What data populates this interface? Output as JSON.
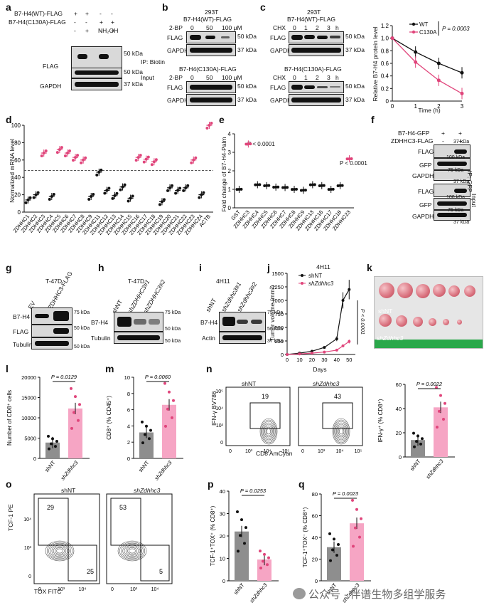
{
  "colors": {
    "wt": "#111111",
    "mut": "#e0457b",
    "bar_ctl": "#8e8e8e",
    "bar_kd": "#f6a5c4"
  },
  "panel_letters": [
    "a",
    "b",
    "c",
    "d",
    "e",
    "f",
    "g",
    "h",
    "i",
    "j",
    "k",
    "l",
    "m",
    "n",
    "o",
    "p",
    "q"
  ],
  "a": {
    "rows": [
      "B7-H4(WT)-FLAG",
      "B7-H4(C130A)-FLAG",
      "NH₂OH"
    ],
    "marks": [
      [
        "+",
        "+",
        "-",
        "-"
      ],
      [
        "-",
        "-",
        "+",
        "+"
      ],
      [
        "-",
        "+",
        "-",
        "+"
      ]
    ],
    "flag": "FLAG",
    "gapdh": "GAPDH",
    "ip": "IP: Biotin",
    "input": "Input",
    "kda": [
      "50 kDa",
      "50 kDa",
      "37 kDa"
    ]
  },
  "b": {
    "title": "293T",
    "wt": "B7-H4(WT)-FLAG",
    "mut": "B7-H4(C130A)-FLAG",
    "drug": "2-BP",
    "doses": [
      "0",
      "50",
      "100 μM"
    ],
    "flag": "FLAG",
    "gapdh": "GAPDH",
    "kda": [
      "50 kDa",
      "37 kDa",
      "50 kDa",
      "37 kDa"
    ]
  },
  "c": {
    "title": "293T",
    "wt": "B7-H4(WT)-FLAG",
    "mut": "B7-H4(C130A)-FLAG",
    "drug": "CHX",
    "times": [
      "0",
      "1",
      "2",
      "3",
      "h"
    ],
    "flag": "FLAG",
    "gapdh": "GAPDH",
    "kda": [
      "50 kDa",
      "37 kDa",
      "50 kDa",
      "37 kDa"
    ]
  },
  "c_chart": {
    "type": "line",
    "ylabel": "Relative B7-H4 protein level",
    "xlabel": "Time (h)",
    "x": [
      0,
      1,
      2,
      3
    ],
    "ylim": [
      0,
      1.2
    ],
    "yticks": [
      "0",
      "0.2",
      "0.4",
      "0.6",
      "0.8",
      "1.0",
      "1.2"
    ],
    "legend": [
      "WT",
      "C130A"
    ],
    "p": "P = 0.0003",
    "series": [
      {
        "name": "WT",
        "values": [
          1.0,
          0.78,
          0.6,
          0.45
        ]
      },
      {
        "name": "C130A",
        "values": [
          1.0,
          0.62,
          0.33,
          0.12
        ]
      }
    ]
  },
  "d": {
    "type": "scatter",
    "ylabel": "Normalized mRNA level",
    "ylim": [
      0,
      100
    ],
    "yticks": [
      "0",
      "20",
      "40",
      "60",
      "80",
      "100"
    ],
    "cats": [
      "ZDHHC1",
      "ZDHHC2",
      "ZDHHC3",
      "ZDHHC4",
      "ZDHHC5",
      "ZDHHC6",
      "ZDHHC7",
      "ZDHHC8",
      "ZDHHC9",
      "ZDHHC11",
      "ZDHHC12",
      "ZDHHC13",
      "ZDHHC14",
      "ZDHHC15",
      "ZDHHC16",
      "ZDHHC17",
      "ZDHHC18",
      "ZDHHC19",
      "ZDHHC20",
      "ZDHHC21",
      "ZDHHC22",
      "ZDHHC23",
      "ZDHHC24",
      "ACTB"
    ],
    "values": [
      14,
      20,
      68,
      18,
      72,
      68,
      63,
      60,
      18,
      46,
      25,
      19,
      29,
      16,
      63,
      61,
      58,
      12,
      28,
      25,
      28,
      60,
      20,
      100
    ],
    "threshold": 48
  },
  "e": {
    "type": "scatter",
    "ylabel": "Fold change of B7-H4-Palm",
    "ylim": [
      0,
      4
    ],
    "yticks": [
      "0",
      "1",
      "2",
      "3",
      "4"
    ],
    "cats": [
      "GST",
      "ZDHHC3",
      "ZDHHC4",
      "ZDHHC5",
      "ZDHHC6",
      "ZDHHC7",
      "ZDHHC8",
      "ZDHHC9",
      "ZDHHC13",
      "ZDHHC16",
      "ZDHHC17",
      "ZDHHC18",
      "ZDHHC23"
    ],
    "values": [
      1.0,
      3.45,
      1.25,
      1.2,
      1.12,
      1.1,
      1.0,
      0.95,
      1.25,
      1.2,
      1.0,
      1.2,
      2.65
    ],
    "p1": "P < 0.0001",
    "p2": "P < 0.0001"
  },
  "f": {
    "rows": [
      "B7-H4-GFP",
      "ZDHHC3-FLAG"
    ],
    "marks": [
      [
        "+",
        "+"
      ],
      [
        "-",
        "+"
      ]
    ],
    "blots": [
      "FLAG",
      "GFP",
      "GAPDH",
      "FLAG",
      "GFP",
      "GAPDH"
    ],
    "ip": "IP: GFP",
    "input": "Input",
    "kda": [
      "37 kDa",
      "100 kDa",
      "75 kDa",
      "37 kDa",
      "100 kDa",
      "75 kDa",
      "37 kDa"
    ]
  },
  "g": {
    "title": "T-47D",
    "lanes": [
      "EV",
      "ZDHHC3-FLAG"
    ],
    "blots": [
      "B7-H4",
      "FLAG",
      "Tubulin"
    ],
    "kda": [
      "75 kDa",
      "50 kDa",
      "50 kDa"
    ]
  },
  "h": {
    "title": "T-47D",
    "lanes": [
      "shNT",
      "shZDHHC3#1",
      "shZDHHC3#2"
    ],
    "blots": [
      "B7-H4",
      "Tubulin"
    ],
    "kda": [
      "75 kDa",
      "50 kDa",
      "50 kDa"
    ]
  },
  "i": {
    "title": "4H11",
    "lanes": [
      "shNT",
      "shZdhhc3#1",
      "shZdhhc3#2"
    ],
    "blots": [
      "B7-H4",
      "Actin"
    ],
    "kda": [
      "75 kDa",
      "50 kDa",
      "37 kDa"
    ]
  },
  "j": {
    "type": "line",
    "title": "4H11",
    "ylabel": "Tumor volume (mm³)",
    "xlabel": "Days",
    "x": [
      0,
      10,
      20,
      30,
      40,
      45,
      50
    ],
    "ylim": [
      0,
      1500
    ],
    "yticks": [
      "0",
      "250",
      "500",
      "750",
      "1000",
      "1250",
      "1500"
    ],
    "xticks": [
      "0",
      "10",
      "20",
      "30",
      "40",
      "50"
    ],
    "legend": [
      "shNT",
      "shZdhhc3"
    ],
    "p": "P < 0.0001",
    "series": [
      {
        "name": "shNT",
        "values": [
          0,
          25,
          60,
          130,
          290,
          1000,
          1200
        ]
      },
      {
        "name": "shZdhhc3",
        "values": [
          0,
          10,
          25,
          45,
          80,
          160,
          240
        ]
      }
    ]
  },
  "k": {
    "label1": "shNT",
    "label2": "shZdhhc3"
  },
  "l": {
    "type": "bar",
    "ylabel": "Number of CD8⁺ cells",
    "ylim": [
      0,
      20000
    ],
    "yticks": [
      "0",
      "5000",
      "10000",
      "15000",
      "20000"
    ],
    "cats": [
      "shNT",
      "shZdhhc3"
    ],
    "values": [
      3900,
      12300
    ],
    "p": "P = 0.0129"
  },
  "m": {
    "type": "bar",
    "ylabel": "CD8⁺ (% CD45⁺)",
    "ylim": [
      0,
      10
    ],
    "yticks": [
      "0",
      "2",
      "4",
      "6",
      "8",
      "10"
    ],
    "cats": [
      "shNT",
      "shZdhhc3"
    ],
    "values": [
      3.2,
      6.6
    ],
    "p": "P = 0.0060"
  },
  "n": {
    "plots": [
      "shNT",
      "shZdhhc3"
    ],
    "gates": [
      "19",
      "43"
    ],
    "ylabel": "IFN-γ BV786",
    "xlabel": "CD8 AmCyan",
    "xticks": [
      "0",
      "10³",
      "10⁴",
      "10⁵"
    ],
    "yticks": [
      "0",
      "10³",
      "10⁴",
      "10⁵"
    ]
  },
  "n_bar": {
    "type": "bar",
    "ylabel": "IFN-γ⁺ (% CD8⁺)",
    "ylim": [
      0,
      60
    ],
    "yticks": [
      "0",
      "20",
      "40",
      "60"
    ],
    "cats": [
      "shNT",
      "shZdhhc3"
    ],
    "values": [
      14,
      41
    ],
    "p": "P = 0.0022"
  },
  "o": {
    "plots": [
      "shNT",
      "shZdhhc3"
    ],
    "gates_tl": [
      "29",
      "53"
    ],
    "gates_br": [
      "25",
      "5"
    ],
    "ylabel": "TCF-1 PE",
    "xlabel": "TOX FITC",
    "xticks": [
      "0",
      "10³",
      "10⁴"
    ],
    "yticks": [
      "0",
      "10³",
      "10⁴"
    ]
  },
  "p": {
    "type": "bar",
    "ylabel": "TCF-1⁺TOX⁺ (% CD8⁺)",
    "ylim": [
      0,
      40
    ],
    "yticks": [
      "0",
      "10",
      "20",
      "30",
      "40"
    ],
    "cats": [
      "shNT",
      "shZdhhc3"
    ],
    "values": [
      22,
      9.5
    ],
    "p": "P = 0.0253"
  },
  "q": {
    "type": "bar",
    "ylabel": "TCF-1⁺TOX⁻ (% CD8⁺)",
    "ylim": [
      0,
      80
    ],
    "yticks": [
      "0",
      "20",
      "40",
      "60",
      "80"
    ],
    "cats": [
      "shNT",
      "shZdhhc3"
    ],
    "values": [
      31,
      53
    ],
    "p": "P = 0.0023"
  },
  "watermark": "公众号 · 伴谱生物多组学服务"
}
